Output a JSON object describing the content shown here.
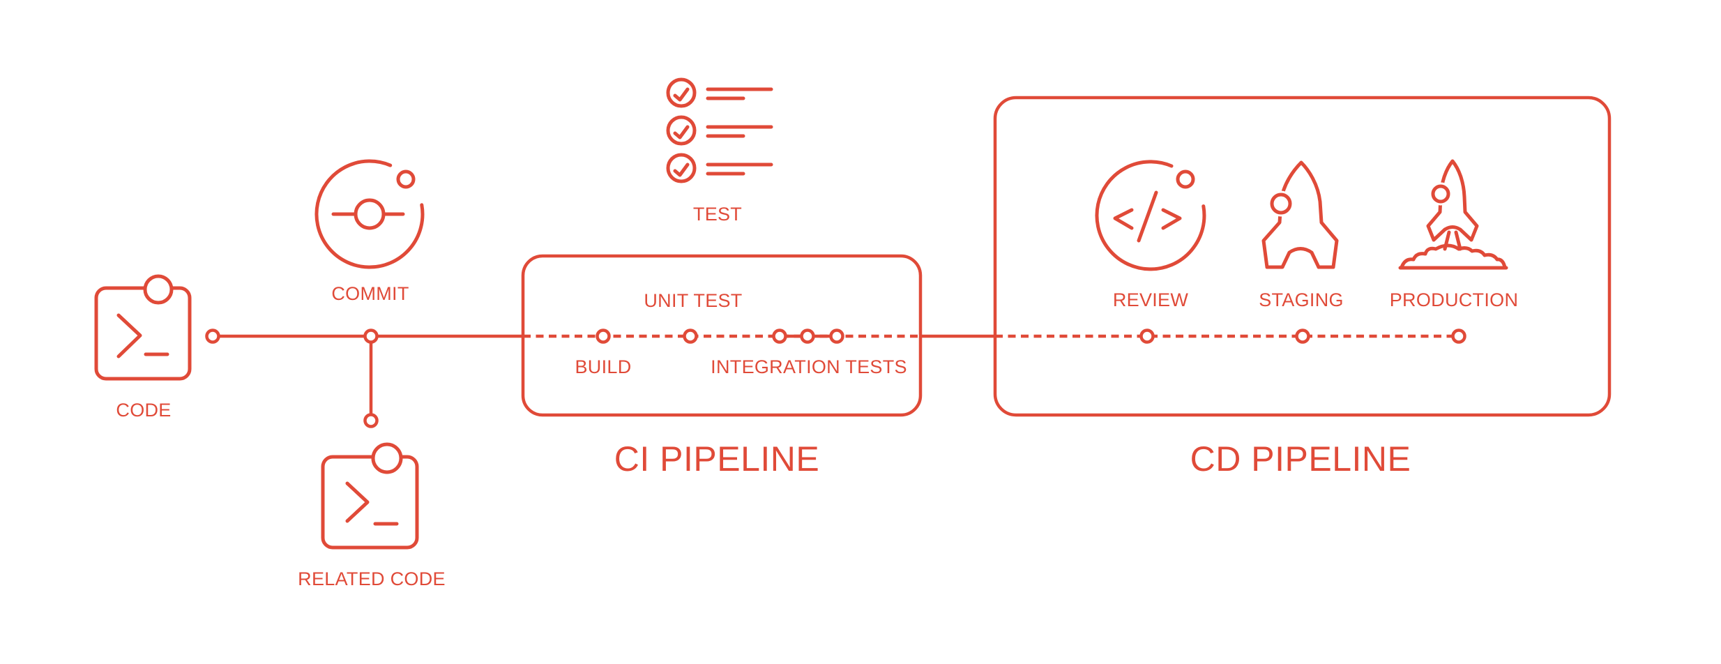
{
  "colors": {
    "accent": "#E04A38",
    "background": "#FFFFFF"
  },
  "source_flow": {
    "code_label": "CODE",
    "commit_label": "COMMIT",
    "related_code_label": "RELATED CODE",
    "test_label": "TEST"
  },
  "ci_pipeline": {
    "title": "CI PIPELINE",
    "stages": {
      "build": "BUILD",
      "unit_test": "UNIT TEST",
      "integration_tests": "INTEGRATION TESTS"
    }
  },
  "cd_pipeline": {
    "title": "CD PIPELINE",
    "stages": {
      "review": "REVIEW",
      "staging": "STAGING",
      "production": "PRODUCTION"
    }
  }
}
